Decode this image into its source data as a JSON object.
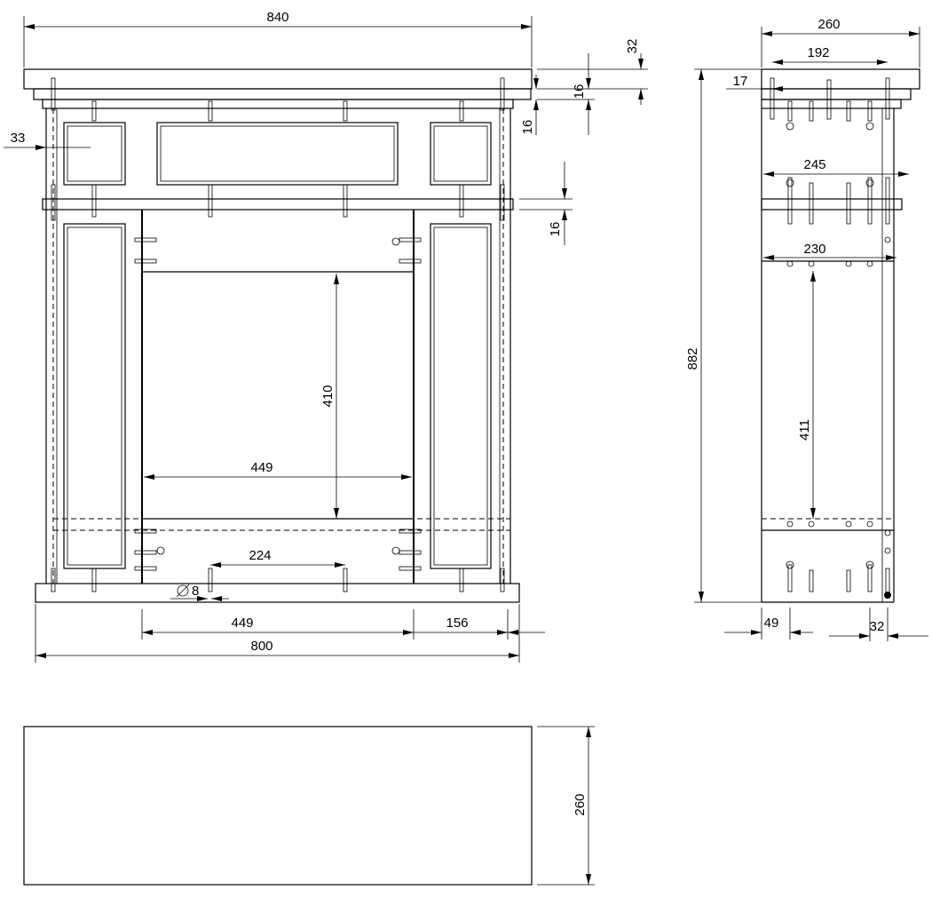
{
  "front_view": {
    "width_total": "840",
    "top_thickness": "32",
    "ledge_1": "16",
    "ledge_2": "16",
    "ledge_3": "16",
    "left_offset": "33",
    "opening_height": "410",
    "opening_width_inner": "449",
    "hole_spacing": "224",
    "hole_diameter": "8",
    "opening_width_bottom": "449",
    "side_offset": "156",
    "base_width": "800"
  },
  "side_view": {
    "depth_total": "260",
    "depth_inner_1": "192",
    "top_offset": "17",
    "depth_inner_2": "245",
    "depth_inner_3": "230",
    "height_total": "882",
    "opening_height": "411",
    "front_offset": "49",
    "back_offset": "32"
  },
  "top_view": {
    "depth": "260"
  }
}
